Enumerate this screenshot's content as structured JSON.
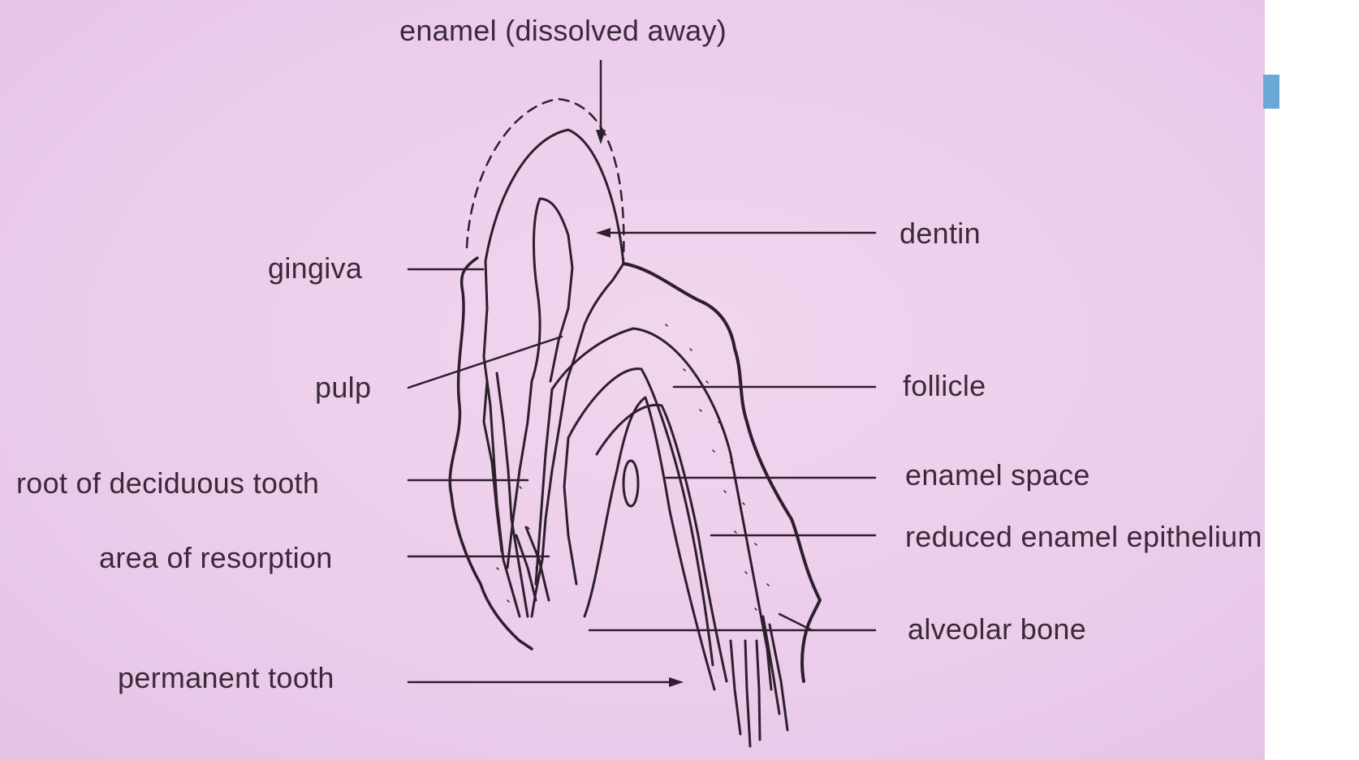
{
  "labels": {
    "enamel_dissolved": "enamel (dissolved away)",
    "gingiva": "gingiva",
    "pulp": "pulp",
    "root_of_deciduous_tooth": "root of deciduous tooth",
    "area_of_resorption": "area of resorption",
    "permanent_tooth": "permanent tooth",
    "dentin": "dentin",
    "follicle": "follicle",
    "enamel_space": "enamel space",
    "reduced_enamel_epithelium": "reduced enamel epithelium",
    "alveolar_bone": "alveolar bone"
  },
  "colors": {
    "background": "#ecccea",
    "ink": "#2e1f2c",
    "side_band": "#ffffff",
    "side_tab": "#6aa9d6"
  }
}
